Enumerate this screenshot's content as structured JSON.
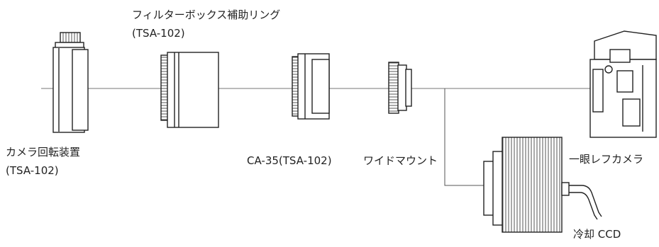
{
  "labels": {
    "filter_box_ring": "フィルターボックス補助リング",
    "filter_box_ring_model": "(TSA-102)",
    "camera_rotator": "カメラ回転装置",
    "camera_rotator_model": "(TSA-102)",
    "ca35": "CA-35(TSA-102)",
    "wide_mount": "ワイドマウント",
    "slr_camera": "一眼レフカメラ",
    "cooled_ccd": "冷却 CCD"
  }
}
